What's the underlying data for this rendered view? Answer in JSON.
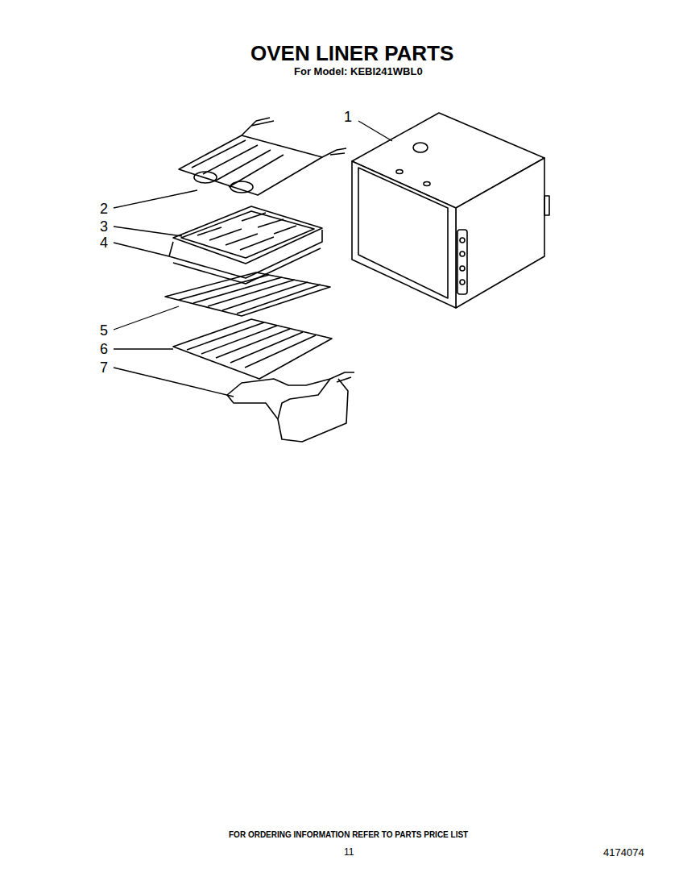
{
  "diagram": {
    "title": "OVEN LINER PARTS",
    "labels": [
      "For Model: KEBI241WBL0",
      "1",
      "2",
      "3",
      "4",
      "5",
      "6",
      "7",
      "FOR ORDERING INFORMATION REFER TO PARTS PRICE LIST",
      "11",
      "4174074"
    ]
  }
}
